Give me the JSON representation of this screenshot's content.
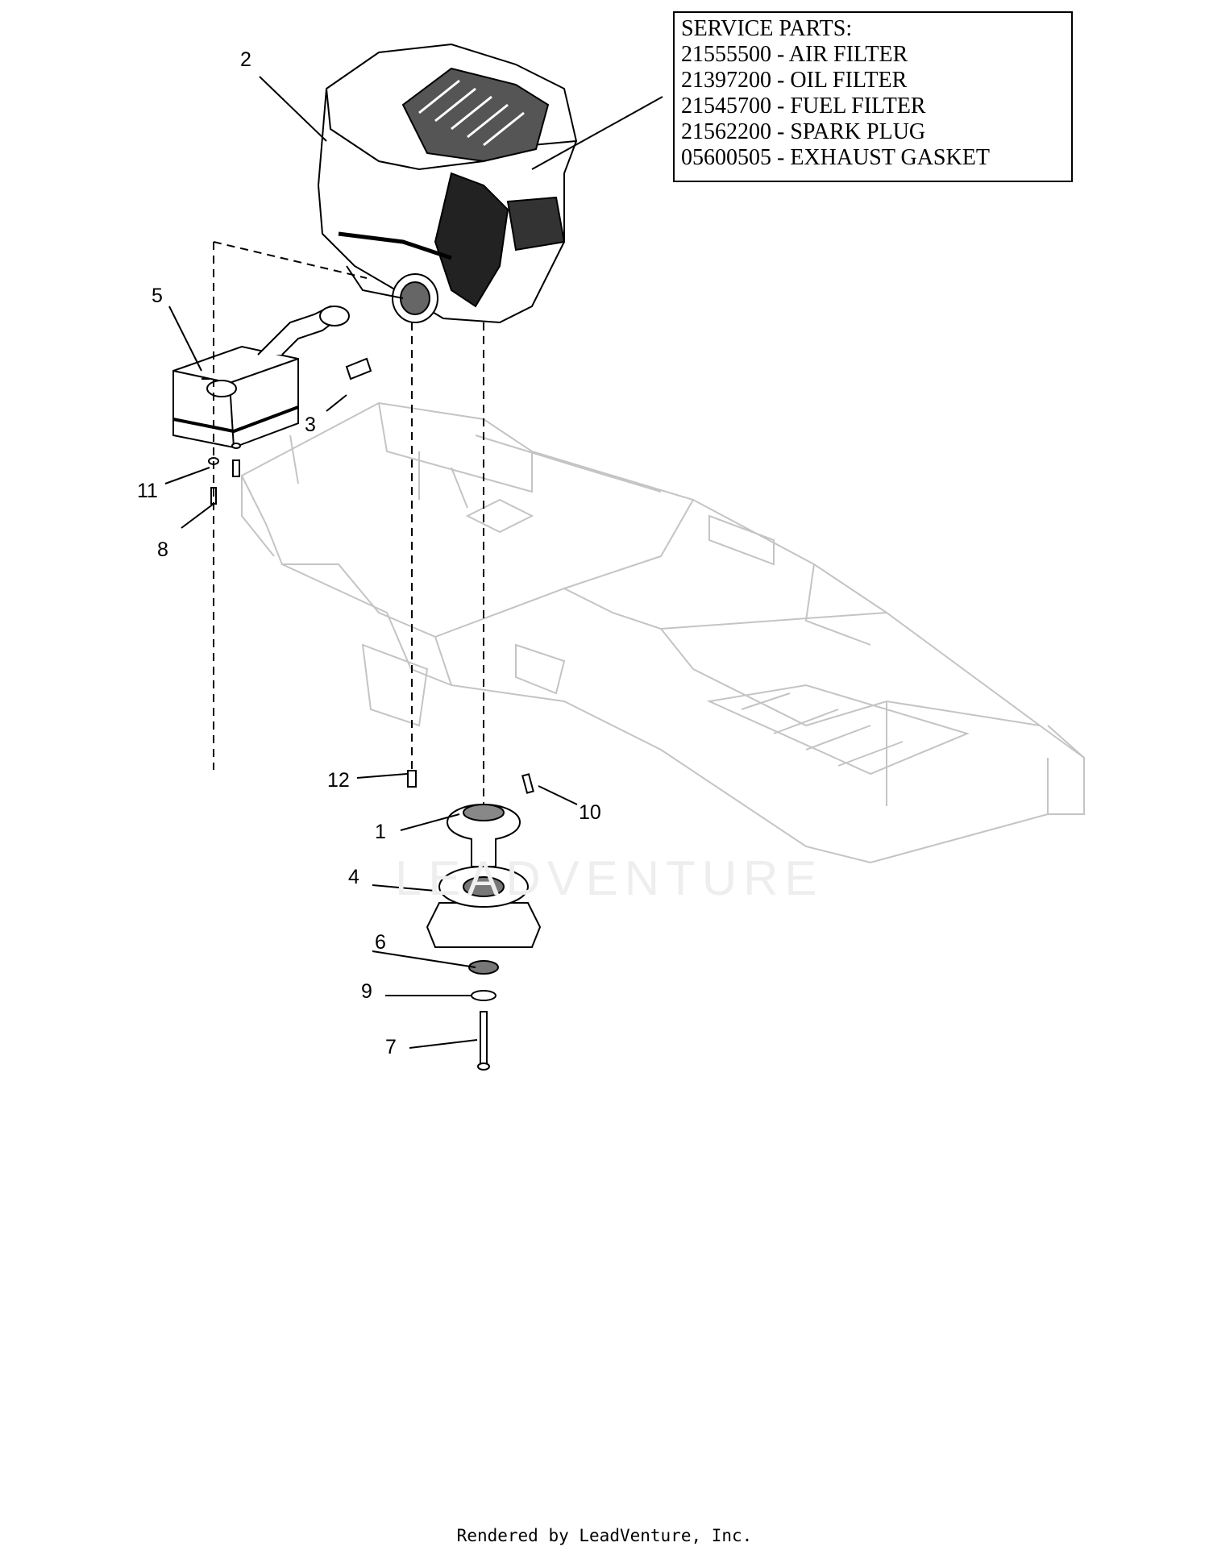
{
  "service_box": {
    "lines": [
      "SERVICE PARTS:",
      "21555500 - AIR FILTER",
      "21397200 - OIL FILTER",
      "21545700 - FUEL FILTER",
      "21562200 - SPARK PLUG",
      "05600505 - EXHAUST GASKET"
    ]
  },
  "callouts": [
    "2",
    "5",
    "3",
    "11",
    "8",
    "12",
    "1",
    "10",
    "4",
    "6",
    "9",
    "7"
  ],
  "watermark": "LEADVENTURE",
  "footer": "Rendered by LeadVenture, Inc."
}
